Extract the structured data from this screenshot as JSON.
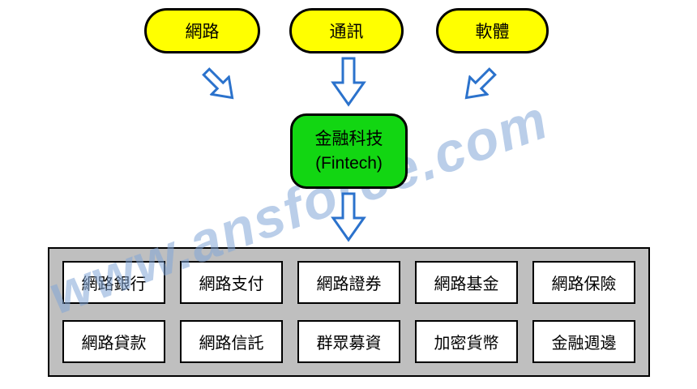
{
  "diagram": {
    "sources": [
      {
        "label": "網路"
      },
      {
        "label": "通訊"
      },
      {
        "label": "軟體"
      }
    ],
    "hub": {
      "title": "金融科技",
      "subtitle": "(Fintech)"
    },
    "categories_rows": [
      [
        "網路銀行",
        "網路支付",
        "網路證券",
        "網路基金",
        "網路保險"
      ],
      [
        "網路貸款",
        "網路信託",
        "群眾募資",
        "加密貨幣",
        "金融週邊"
      ]
    ],
    "arrows": [
      "arrow-network-to-fintech",
      "arrow-telecom-to-fintech",
      "arrow-software-to-fintech",
      "arrow-fintech-to-categories"
    ]
  },
  "watermark": {
    "text": "www.ansforce.com"
  },
  "colors": {
    "source_fill": "#ffff00",
    "hub_fill": "#12d612",
    "panel_fill": "#bfbfbf",
    "cell_fill": "#ffffff",
    "border": "#000000",
    "arrow_stroke": "#2b72cc",
    "arrow_fill": "#ffffff",
    "watermark": "#82a5d7"
  }
}
